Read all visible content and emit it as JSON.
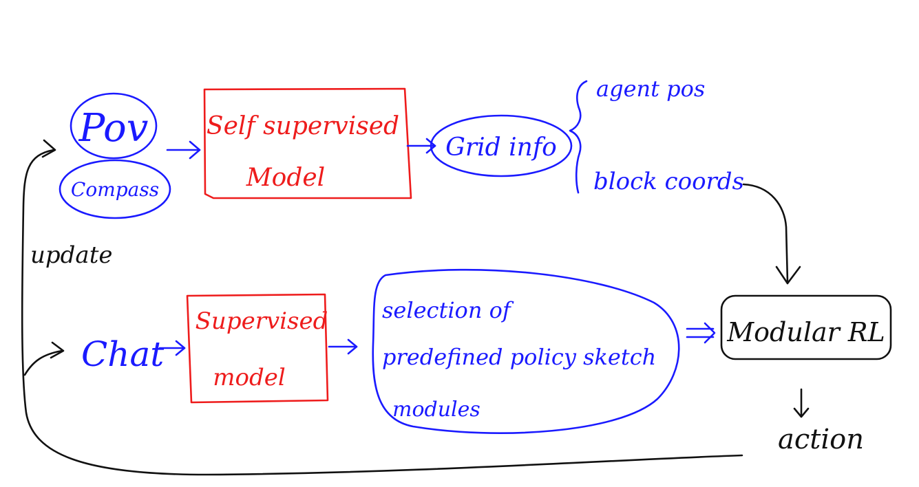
{
  "nodes": {
    "pov": "Pov",
    "compass": "Compass",
    "self_supervised_model": [
      "Self supervised",
      "Model"
    ],
    "grid_info": "Grid info",
    "agent_pos": "agent pos",
    "block_coords": "block coords",
    "chat": "Chat",
    "supervised_model": [
      "Supervised",
      "model"
    ],
    "selection_modules": [
      "selection of",
      "predefined policy sketch",
      "modules"
    ],
    "modular_rl": "Modular RL",
    "action": "action"
  },
  "edge_labels": {
    "update": "update"
  },
  "colors": {
    "input_nodes": "#1a1aff",
    "models": "#ee1c1c",
    "rl_and_feedback": "#111111"
  }
}
